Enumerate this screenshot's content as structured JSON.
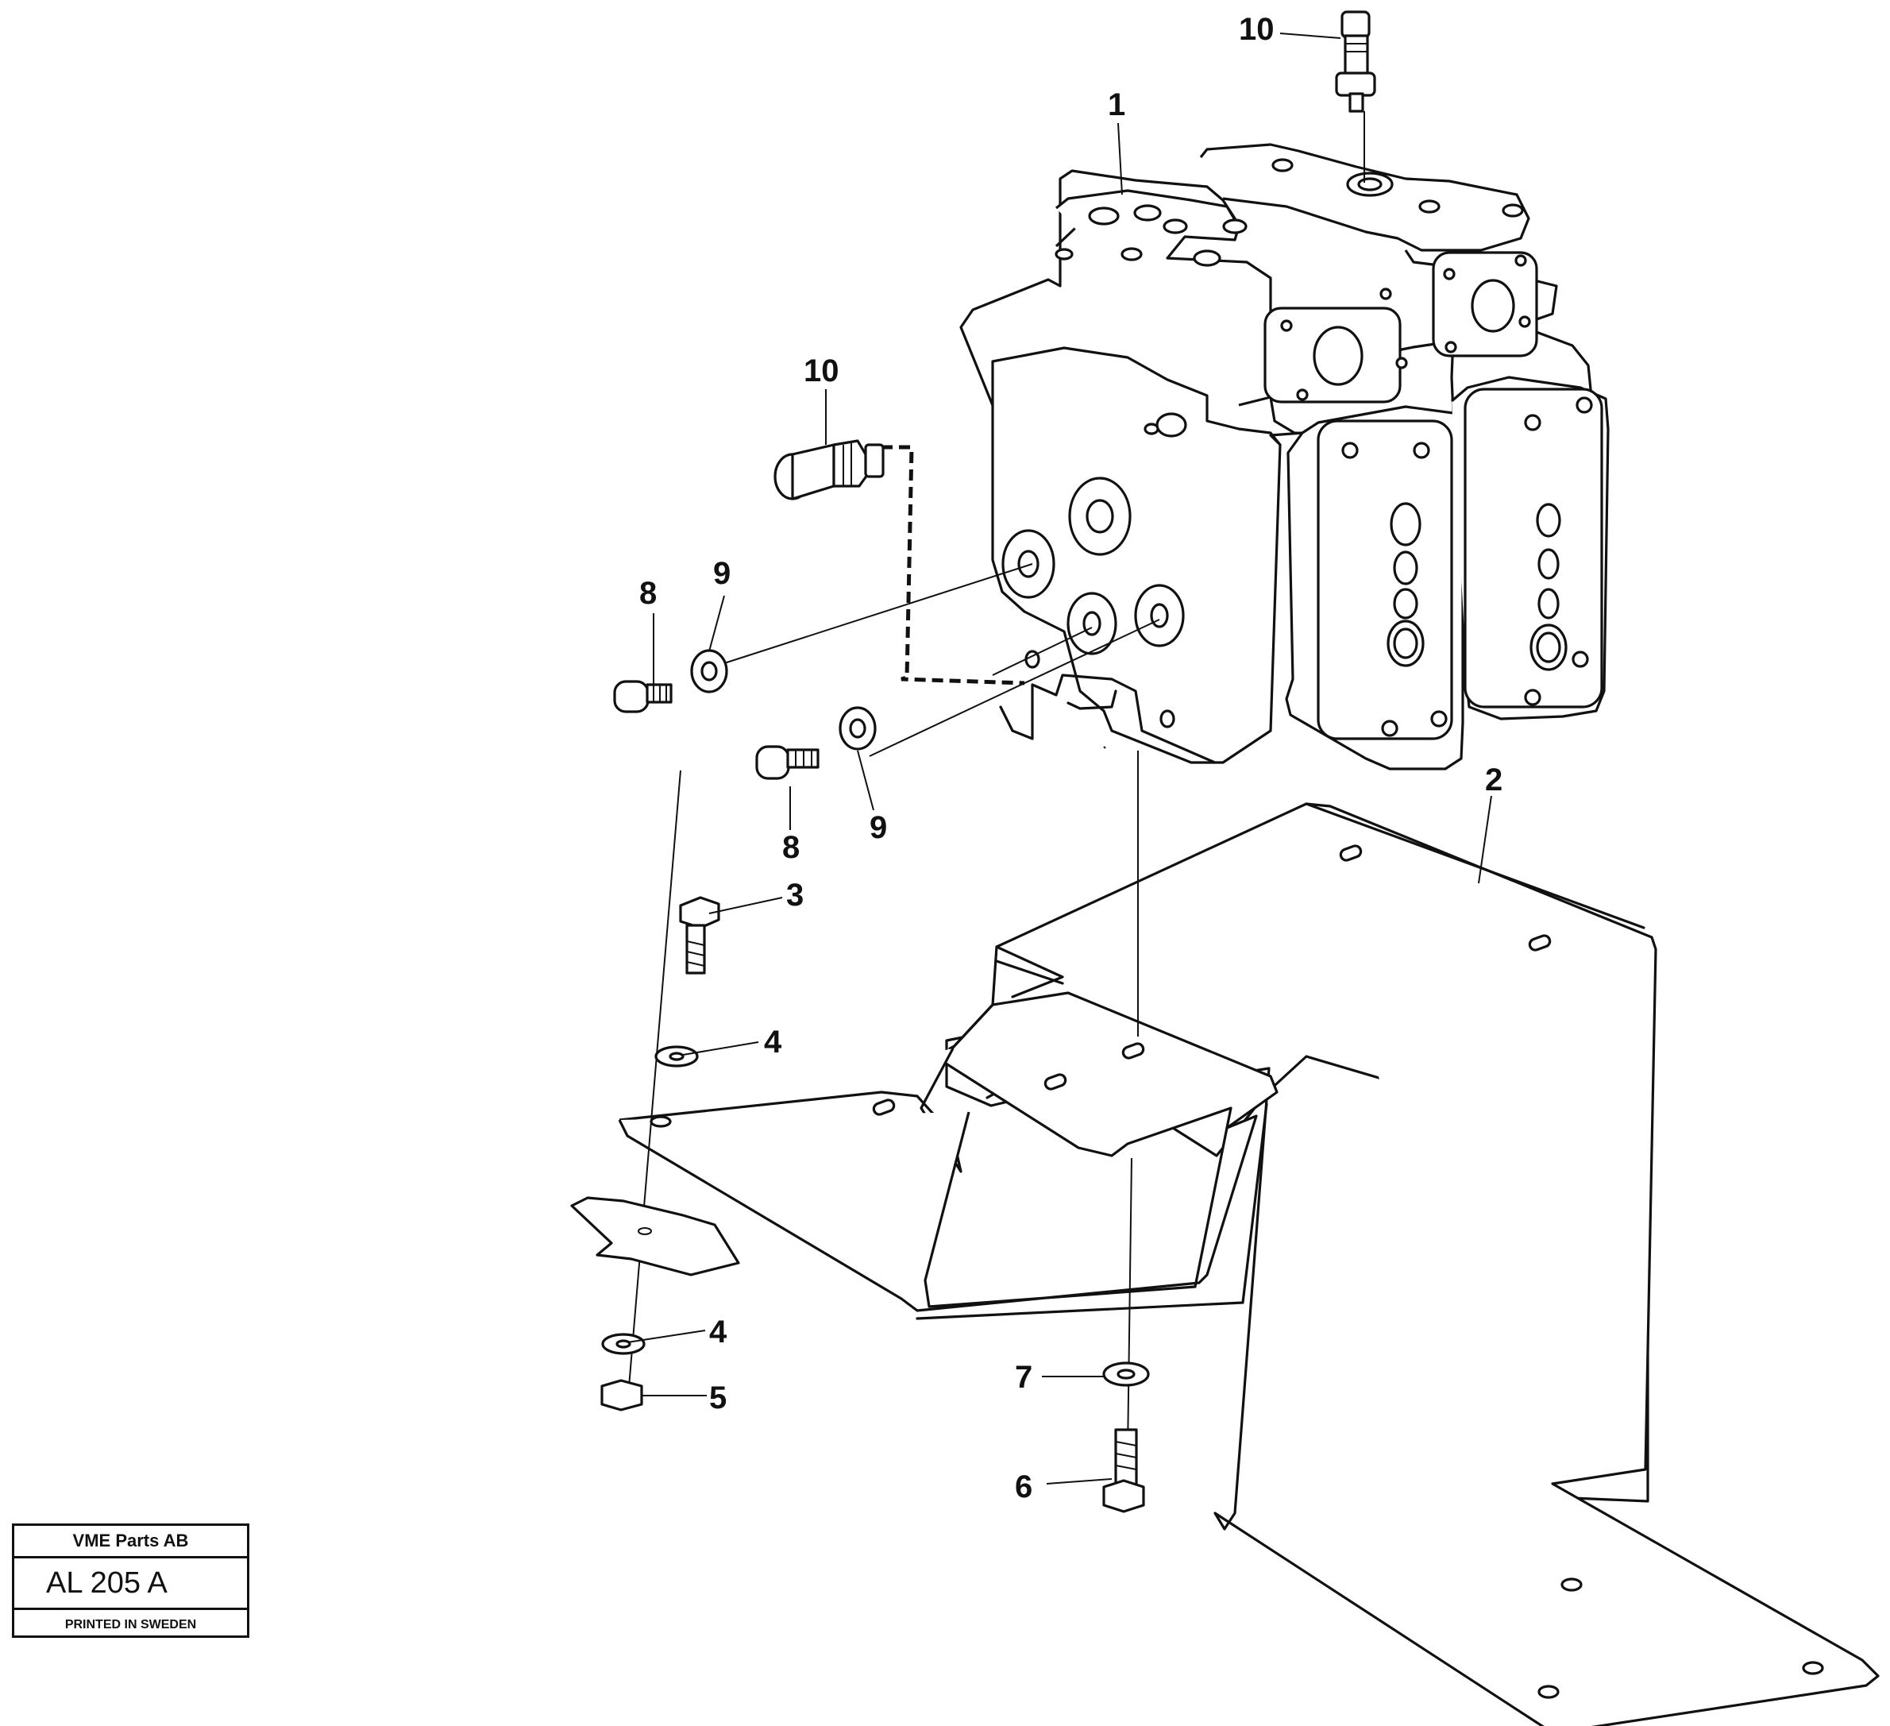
{
  "callouts": {
    "c1": "1",
    "c2": "2",
    "c3": "3",
    "c4a": "4",
    "c4b": "4",
    "c5": "5",
    "c6": "6",
    "c7": "7",
    "c8a": "8",
    "c8b": "8",
    "c9a": "9",
    "c9b": "9",
    "c10a": "10",
    "c10b": "10"
  },
  "title_block": {
    "company": "VME Parts AB",
    "drawing_number": "AL 205 A",
    "printed": "PRINTED IN SWEDEN"
  }
}
